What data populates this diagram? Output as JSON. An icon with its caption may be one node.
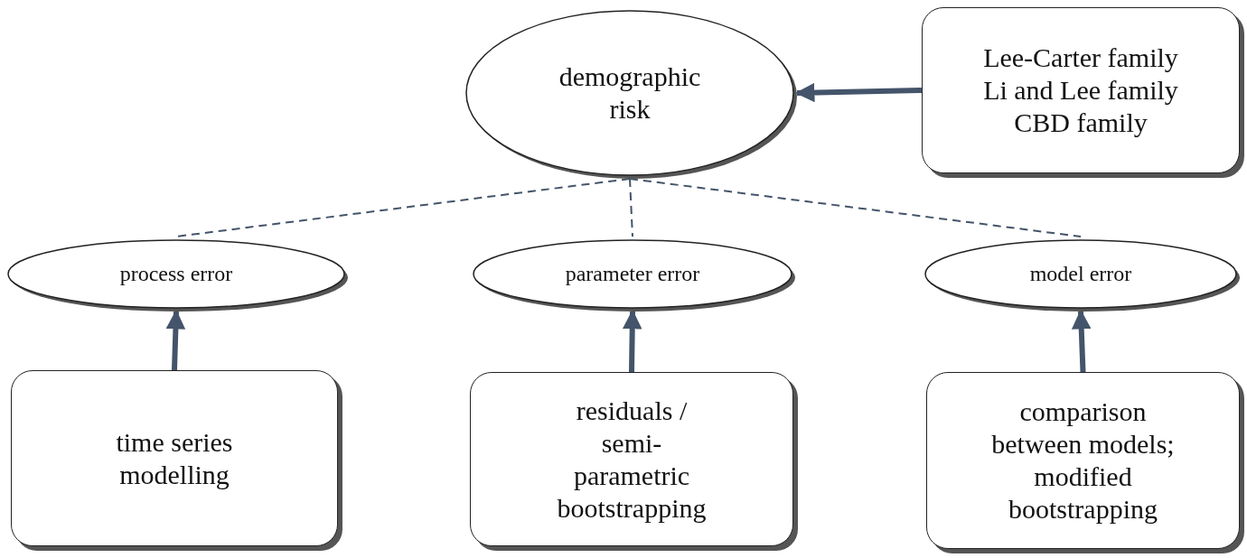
{
  "diagram": {
    "nodes": [
      {
        "text": [
          "demographic risk"
        ]
      },
      {
        "text": [
          "Lee-Carter family",
          "Li and Lee family",
          "CBD family"
        ]
      },
      {
        "text": [
          "process error"
        ]
      },
      {
        "text": [
          "parameter error"
        ]
      },
      {
        "text": [
          "model error"
        ]
      },
      {
        "text": [
          "time series modelling"
        ]
      },
      {
        "text": [
          "residuals / semi-parametric bootstrapping"
        ]
      },
      {
        "text": [
          "comparison between models; modified bootstrapping"
        ]
      }
    ],
    "edges": [
      {
        "from": 1,
        "to": 0,
        "arrow": "to"
      },
      {
        "from": 0,
        "to": 2,
        "arrow": "none",
        "style": "dashed"
      },
      {
        "from": 0,
        "to": 3,
        "arrow": "none",
        "style": "dashed"
      },
      {
        "from": 0,
        "to": 4,
        "arrow": "none",
        "style": "dashed"
      },
      {
        "from": 5,
        "to": 2,
        "arrow": "to"
      },
      {
        "from": 6,
        "to": 3,
        "arrow": "to"
      },
      {
        "from": 7,
        "to": 4,
        "arrow": "to"
      }
    ]
  }
}
